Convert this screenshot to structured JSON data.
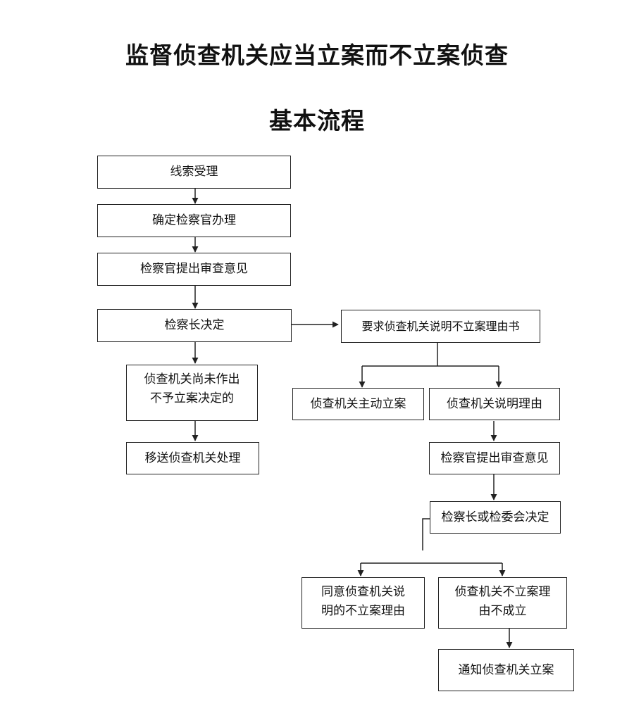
{
  "title": {
    "line1": "监督侦查机关应当立案而不立案侦查",
    "line2": "基本流程"
  },
  "nodes": {
    "clue_intake": "线索受理",
    "assign_prosecutor": "确定检察官办理",
    "prosecutor_opinion_1": "检察官提出审查意见",
    "chief_decision": "检察长决定",
    "not_yet_decided": "侦查机关尚未作出不予立案决定的",
    "transfer": "移送侦查机关处理",
    "request_explanation": "要求侦查机关说明不立案理由书",
    "self_file": "侦查机关主动立案",
    "explain_reason": "侦查机关说明理由",
    "prosecutor_opinion_2": "检察官提出审查意见",
    "chief_or_committee": "检察长或检委会决定",
    "agree_reason": "同意侦查机关说明的不立案理由",
    "reason_invalid": "侦查机关不立案理由不成立",
    "notify_file": "通知侦查机关立案"
  },
  "node_lines": {
    "not_yet_decided": [
      "侦查机关尚未作出",
      "不予立案决定的"
    ],
    "agree_reason": [
      "同意侦查机关说",
      "明的不立案理由"
    ],
    "reason_invalid": [
      "侦查机关不立案理",
      "由不成立"
    ]
  }
}
